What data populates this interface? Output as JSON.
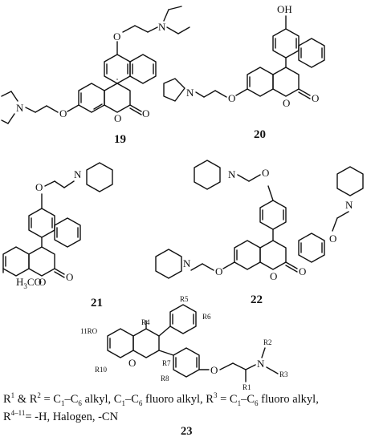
{
  "compounds": [
    {
      "id": "19"
    },
    {
      "id": "20"
    },
    {
      "id": "21"
    },
    {
      "id": "22"
    },
    {
      "id": "23"
    }
  ],
  "atoms": {
    "N": "N",
    "O": "O",
    "OH": "OH",
    "H3CO_main": "H",
    "H3CO_sub": "3",
    "H3CO_tail": "CO",
    "R4": "R4",
    "R5": "R5",
    "R6": "R6",
    "R7": "R7",
    "R8": "R8",
    "R10": "R10",
    "R11O": "11RO",
    "R1": "R1",
    "R2": "R2",
    "R3": "R3"
  },
  "legend": {
    "line1": {
      "r1": "R",
      "r1_sup": "1",
      "amp": " & R",
      "r2_sup": "2",
      "eq1": " = C",
      "c1": "1",
      "dash1": "–C",
      "c6": "6",
      "alkyl1": " alkyl, C",
      "c1b": "1",
      "dash2": "–C",
      "c6b": "6",
      "fluoro1": " fluoro alkyl, R",
      "r3_sup": "3",
      "eq2": " = C",
      "c1c": "1",
      "dash3": "–C",
      "c6c": "6",
      "fluoro2": " fluoro alkyl,"
    },
    "line2": {
      "r": "R",
      "sup": "4–11",
      "text": "= -H, Halogen, -CN"
    }
  }
}
